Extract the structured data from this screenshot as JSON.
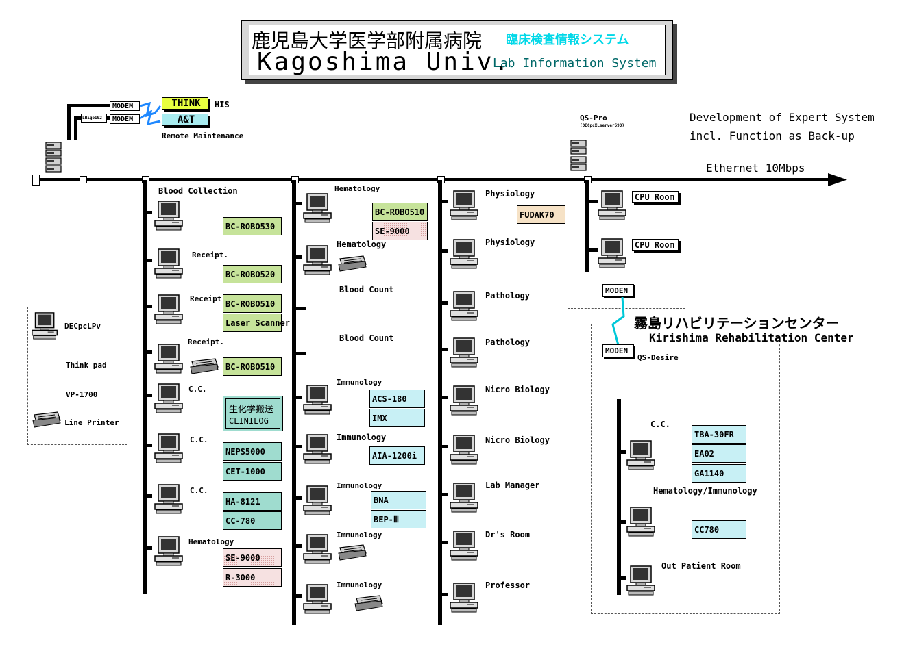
{
  "header": {
    "title_jp": "鹿児島大学医学部附属病院",
    "subtitle_jp": "臨床検査情報システム",
    "title_en": "Kagoshima Univ.",
    "subtitle_en": "Lab Information System"
  },
  "colors": {
    "subtitle_jp": "#00d8e8",
    "subtitle_en": "#006868",
    "think": "#e8ff40",
    "ast": "#a8ecf0",
    "link": "#1e88ff"
  },
  "top_left": {
    "modem1": "MODEM",
    "modem2": "MODEM",
    "small_label": "LHigo192",
    "think": "THINK",
    "ast": "A&T",
    "his": "HIS",
    "remote": "Remote Maintenance"
  },
  "network": {
    "ethernet": "Ethernet 10Mbps",
    "expert_line1": "Development of Expert System",
    "expert_line2": "incl. Function as Back-up",
    "qs_pro": "QS-Pro",
    "qs_pro_sub": "(DECpcXLserver590)",
    "cpu1": "CPU Room",
    "cpu2": "CPU Room",
    "moden_top": "MODEN",
    "moden_bottom": "MODEN",
    "qs_desire": "QS-Desire"
  },
  "legend": {
    "decpc": "DECpcLPv",
    "thinkpad": "Think pad",
    "vp": "VP-1700",
    "printer": "Line Printer"
  },
  "col1": {
    "labels": [
      "Blood Collection",
      "Receipt.",
      "Receipt.",
      "Receipt.",
      "C.C.",
      "C.C.",
      "C.C.",
      "Hematology"
    ],
    "boxes": [
      "BC-ROBO530",
      "BC-ROBO520",
      "BC-ROBO510",
      "Laser Scanner",
      "BC-ROBO510",
      "生化学搬送",
      "CLINILOG",
      "NEPS5000",
      "CET-1000",
      "HA-8121",
      "CC-780",
      "SE-9000",
      "R-3000"
    ]
  },
  "col2": {
    "labels": [
      "Hematology",
      "Hematology",
      "Blood Count",
      "Blood Count",
      "Immunology",
      "Immunology",
      "Immunology",
      "Immunology",
      "Immunology"
    ],
    "boxes": [
      "BC-ROBO510",
      "SE-9000",
      "ACS-180",
      "IMX",
      "AIA-1200i",
      "BNA",
      "BEP-Ⅲ"
    ]
  },
  "col3": {
    "labels": [
      "Physiology",
      "Physiology",
      "Pathology",
      "Pathology",
      "Nicro Biology",
      "Nicro Biology",
      "Lab Manager",
      "Dr's Room",
      "Professor"
    ],
    "boxes": [
      "FUDAK70"
    ]
  },
  "kirishima": {
    "title_jp": "霧島リハビリテーションセンター",
    "title_en": "Kirishima Rehabilitation Center",
    "labels": [
      "C.C.",
      "Hematology/Immunology",
      "Out Patient Room"
    ],
    "boxes": [
      "TBA-30FR",
      "EA02",
      "GA1140",
      "CC780"
    ]
  }
}
